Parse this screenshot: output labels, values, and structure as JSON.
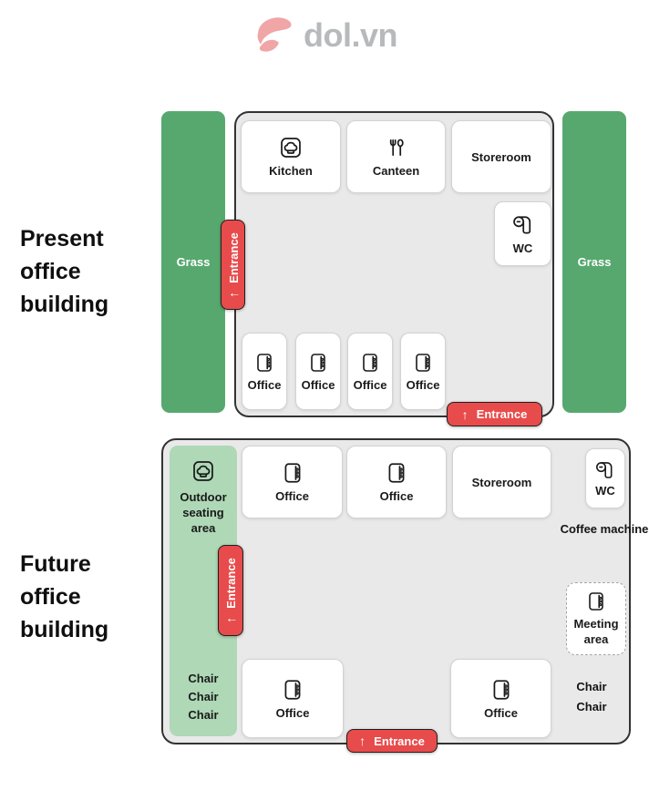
{
  "logo": {
    "text": "dol.vn"
  },
  "present": {
    "title": "Present office building",
    "grass_left": "Grass",
    "grass_right": "Grass",
    "kitchen": "Kitchen",
    "canteen": "Canteen",
    "storeroom": "Storeroom",
    "wc": "WC",
    "offices": [
      "Office",
      "Office",
      "Office",
      "Office"
    ],
    "side_entrance": {
      "arrow": "↑",
      "label": "Entrance"
    },
    "bottom_entrance": {
      "arrow": "↑",
      "label": "Entrance"
    }
  },
  "future": {
    "title": "Future office building",
    "outdoor_area": "Outdoor seating area",
    "offices_top": [
      "Office",
      "Office"
    ],
    "storeroom": "Storeroom",
    "wc": "WC",
    "coffee_machine": "Coffee machine",
    "meeting_area": "Meeting area",
    "offices_bottom": [
      "Office",
      "Office"
    ],
    "chairs_left": [
      "Chair",
      "Chair",
      "Chair"
    ],
    "chairs_right": [
      "Chair",
      "Chair"
    ],
    "side_entrance": {
      "arrow": "↑",
      "label": "Entrance"
    },
    "bottom_entrance": {
      "arrow": "↑",
      "label": "Entrance"
    }
  },
  "colors": {
    "grass": "#57a86f",
    "outdoor_seating": "#aed8b6",
    "entrance_red": "#e84b4b",
    "building_fill": "#e9e9e9",
    "building_border": "#333333",
    "logo_pink": "#f0a6a6",
    "logo_gray": "#b7babd"
  }
}
